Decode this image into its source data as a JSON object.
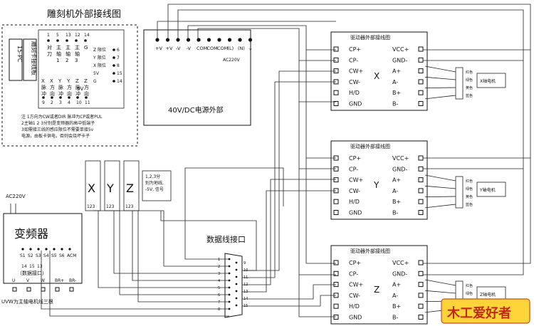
{
  "title": "雕刻机外部接线图",
  "card": {
    "label_vertical": "15-PC",
    "label_vertical2": "雕刻卡接线板",
    "pin_numbers_top": [
      "1",
      "5",
      "13",
      "12",
      "14"
    ],
    "top_labels": [
      "对刀",
      "主轴1",
      "主轴2",
      "主轴3",
      "G"
    ],
    "limit_labels": [
      [
        "Z 限位",
        "6"
      ],
      [
        "Y 限位",
        "7"
      ],
      [
        "X 限位",
        "8"
      ],
      [
        "5V",
        "15"
      ],
      [
        "G",
        "14"
      ]
    ],
    "bottom_labels": [
      "X脉冲",
      "X方向",
      "Y脉冲",
      "Y方向",
      "Z脉冲",
      "Z方向"
    ],
    "bottom_numbers": [
      "9",
      "2",
      "3",
      "4",
      "10",
      "11"
    ],
    "power_5v": "5V",
    "notes": [
      "注 1方向为CW或者DIR   脉冲为CP或者PUL",
      "2主轴1 2 3分别是变频器的高中低端子",
      "3如需接三线的感应限位不需要单接5v",
      "电源，由板卡供电，否则会烧坏卡子"
    ]
  },
  "psu": {
    "label": "40V/DC电源外部",
    "terminals": [
      "+V",
      "+V",
      "-V",
      "-V",
      "COM",
      "COM",
      "COM",
      "(L)",
      "(N)",
      "⏚"
    ],
    "ac_label": "AC220V"
  },
  "drivers": [
    {
      "id": "X",
      "title": "驱动器外部接线图",
      "left_pins": [
        "CP+",
        "CP-",
        "CW+",
        "CW-",
        "H/D",
        "GND"
      ],
      "right_pins": [
        "VCC+",
        "GND-",
        "A+",
        "A-",
        "B+",
        "B-"
      ],
      "motor_wires": [
        "红色",
        "绿色",
        "黄色",
        "蓝色"
      ],
      "motor_label": "X轴电机"
    },
    {
      "id": "Y",
      "title": "驱动器外部接线图",
      "left_pins": [
        "CP+",
        "CP-",
        "CW+",
        "CW-",
        "H/D",
        "GND"
      ],
      "right_pins": [
        "VCC+",
        "GND-",
        "A+",
        "A-",
        "B+",
        "B-"
      ],
      "motor_wires": [
        "红色",
        "绿色",
        "黄色",
        "蓝色"
      ],
      "motor_label": "Y轴电机"
    },
    {
      "id": "Z",
      "title": "驱动器外部接线图",
      "left_pins": [
        "CP+",
        "CP-",
        "CW+",
        "CW-",
        "H/D",
        "GND"
      ],
      "right_pins": [
        "VCC+",
        "GND-",
        "A+",
        "A-",
        "B+",
        "B-"
      ],
      "motor_wires": [
        "红色",
        "绿色",
        "黄色",
        "蓝色"
      ],
      "motor_label": "Z轴电机"
    }
  ],
  "limit_switches": {
    "labels": [
      "X",
      "Y",
      "Z"
    ],
    "pin_label": "123",
    "note_lines": [
      "1,2,3分",
      "别为地线,",
      "-5V, 信号"
    ]
  },
  "vfd": {
    "ac_label": "AC220V",
    "label": "变频器",
    "terminals": [
      "S1",
      "S2",
      "S3",
      "S4",
      "S5",
      "S6",
      "ACM"
    ],
    "terminal_numbers": [
      "14",
      "15",
      "13"
    ],
    "interface_label": "（数据接口）",
    "bottom_terminals": [
      "U",
      "V",
      "W",
      "BR+",
      "BR-"
    ],
    "motor_note": "UVW为主轴电机线三根"
  },
  "db_connector": {
    "label": "数据线接口",
    "pins_left": [
      "1",
      "2",
      "3",
      "4",
      "5",
      "6",
      "7",
      "8"
    ],
    "pins_right": [
      "9",
      "10",
      "11",
      "12",
      "13",
      "14",
      "15"
    ]
  },
  "watermark": "木工爱好者"
}
